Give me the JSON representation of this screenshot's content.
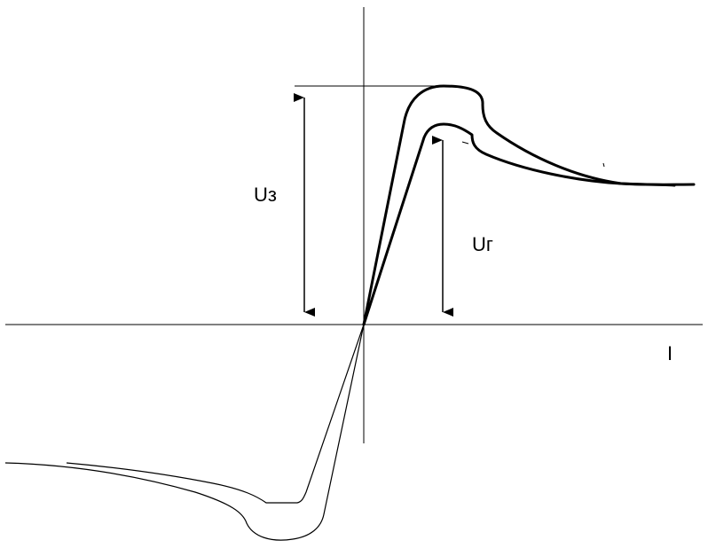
{
  "labels": {
    "u_ignition": "Uз",
    "u_burning": "Uг",
    "current_axis": "I"
  },
  "colors": {
    "stroke": "#000000",
    "background": "#ffffff"
  }
}
